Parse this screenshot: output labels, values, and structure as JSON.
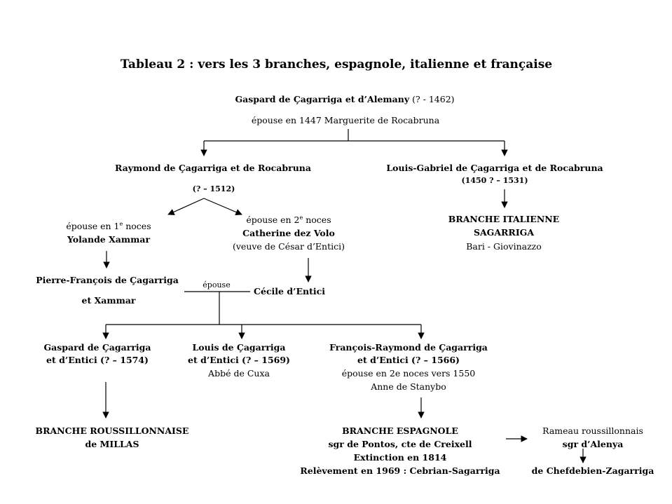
{
  "title": "Tableau 2 : vers les 3 branches, espagnole, italienne et française",
  "root": {
    "name": "Gaspard de Çagarriga et d’Alemany",
    "dates": "(? -  1462)",
    "marriage": "épouse en 1447  Marguerite de Rocabruna"
  },
  "raymond": {
    "name": "Raymond de Çagarriga et de Rocabruna",
    "dates": "(? – 1512)"
  },
  "louis_gabriel": {
    "name": "Louis-Gabriel de Çagarriga et de Rocabruna",
    "dates": "(1450 ? – 1531)"
  },
  "branche_italienne": {
    "line1": "BRANCHE  ITALIENNE",
    "line2": "SAGARRIGA",
    "place": "Bari - Giovinazzo"
  },
  "first_wife": {
    "prefix": "épouse en 1",
    "sup": "e",
    "suffix": " noces",
    "name": "Yolande Xammar"
  },
  "second_wife": {
    "prefix": "épouse en 2",
    "sup": "e",
    "suffix": " noces",
    "name": "Catherine dez Volo",
    "note": "(veuve de César d’Entici)"
  },
  "pierre_francois": {
    "line1": "Pierre-François de Çagarriga",
    "line2": "et Xammar"
  },
  "epouse_label": "épouse",
  "cecile": {
    "name": "Cécile d’Entici"
  },
  "gaspard2": {
    "line1": "Gaspard de Çagarriga",
    "line2": "et d’Entici (? – 1574)"
  },
  "louis": {
    "line1": "Louis de Çagarriga",
    "line2": "et d’Entici (? – 1569)",
    "line3": "Abbé de Cuxa"
  },
  "francois_raymond": {
    "line1": "François-Raymond de Çagarriga",
    "line2": "et d’Entici (? – 1566)",
    "line3": "épouse en 2e noces vers 1550",
    "line4": "Anne de Stanybo"
  },
  "branche_roussillonnaise": {
    "line1": "BRANCHE  ROUSSILLONNAISE",
    "line2": "de MILLAS"
  },
  "branche_espagnole": {
    "line1": "BRANCHE  ESPAGNOLE",
    "line2": "sgr de Pontos, cte de Creixell",
    "line3": "Extinction en 1814",
    "line4": "Relèvement en 1969 : Cebrian-Sagarriga"
  },
  "rameau": {
    "line1": "Rameau roussillonnais",
    "line2": "sgr d’Alenya",
    "line3": "de Chefdebien-Zagarriga"
  }
}
